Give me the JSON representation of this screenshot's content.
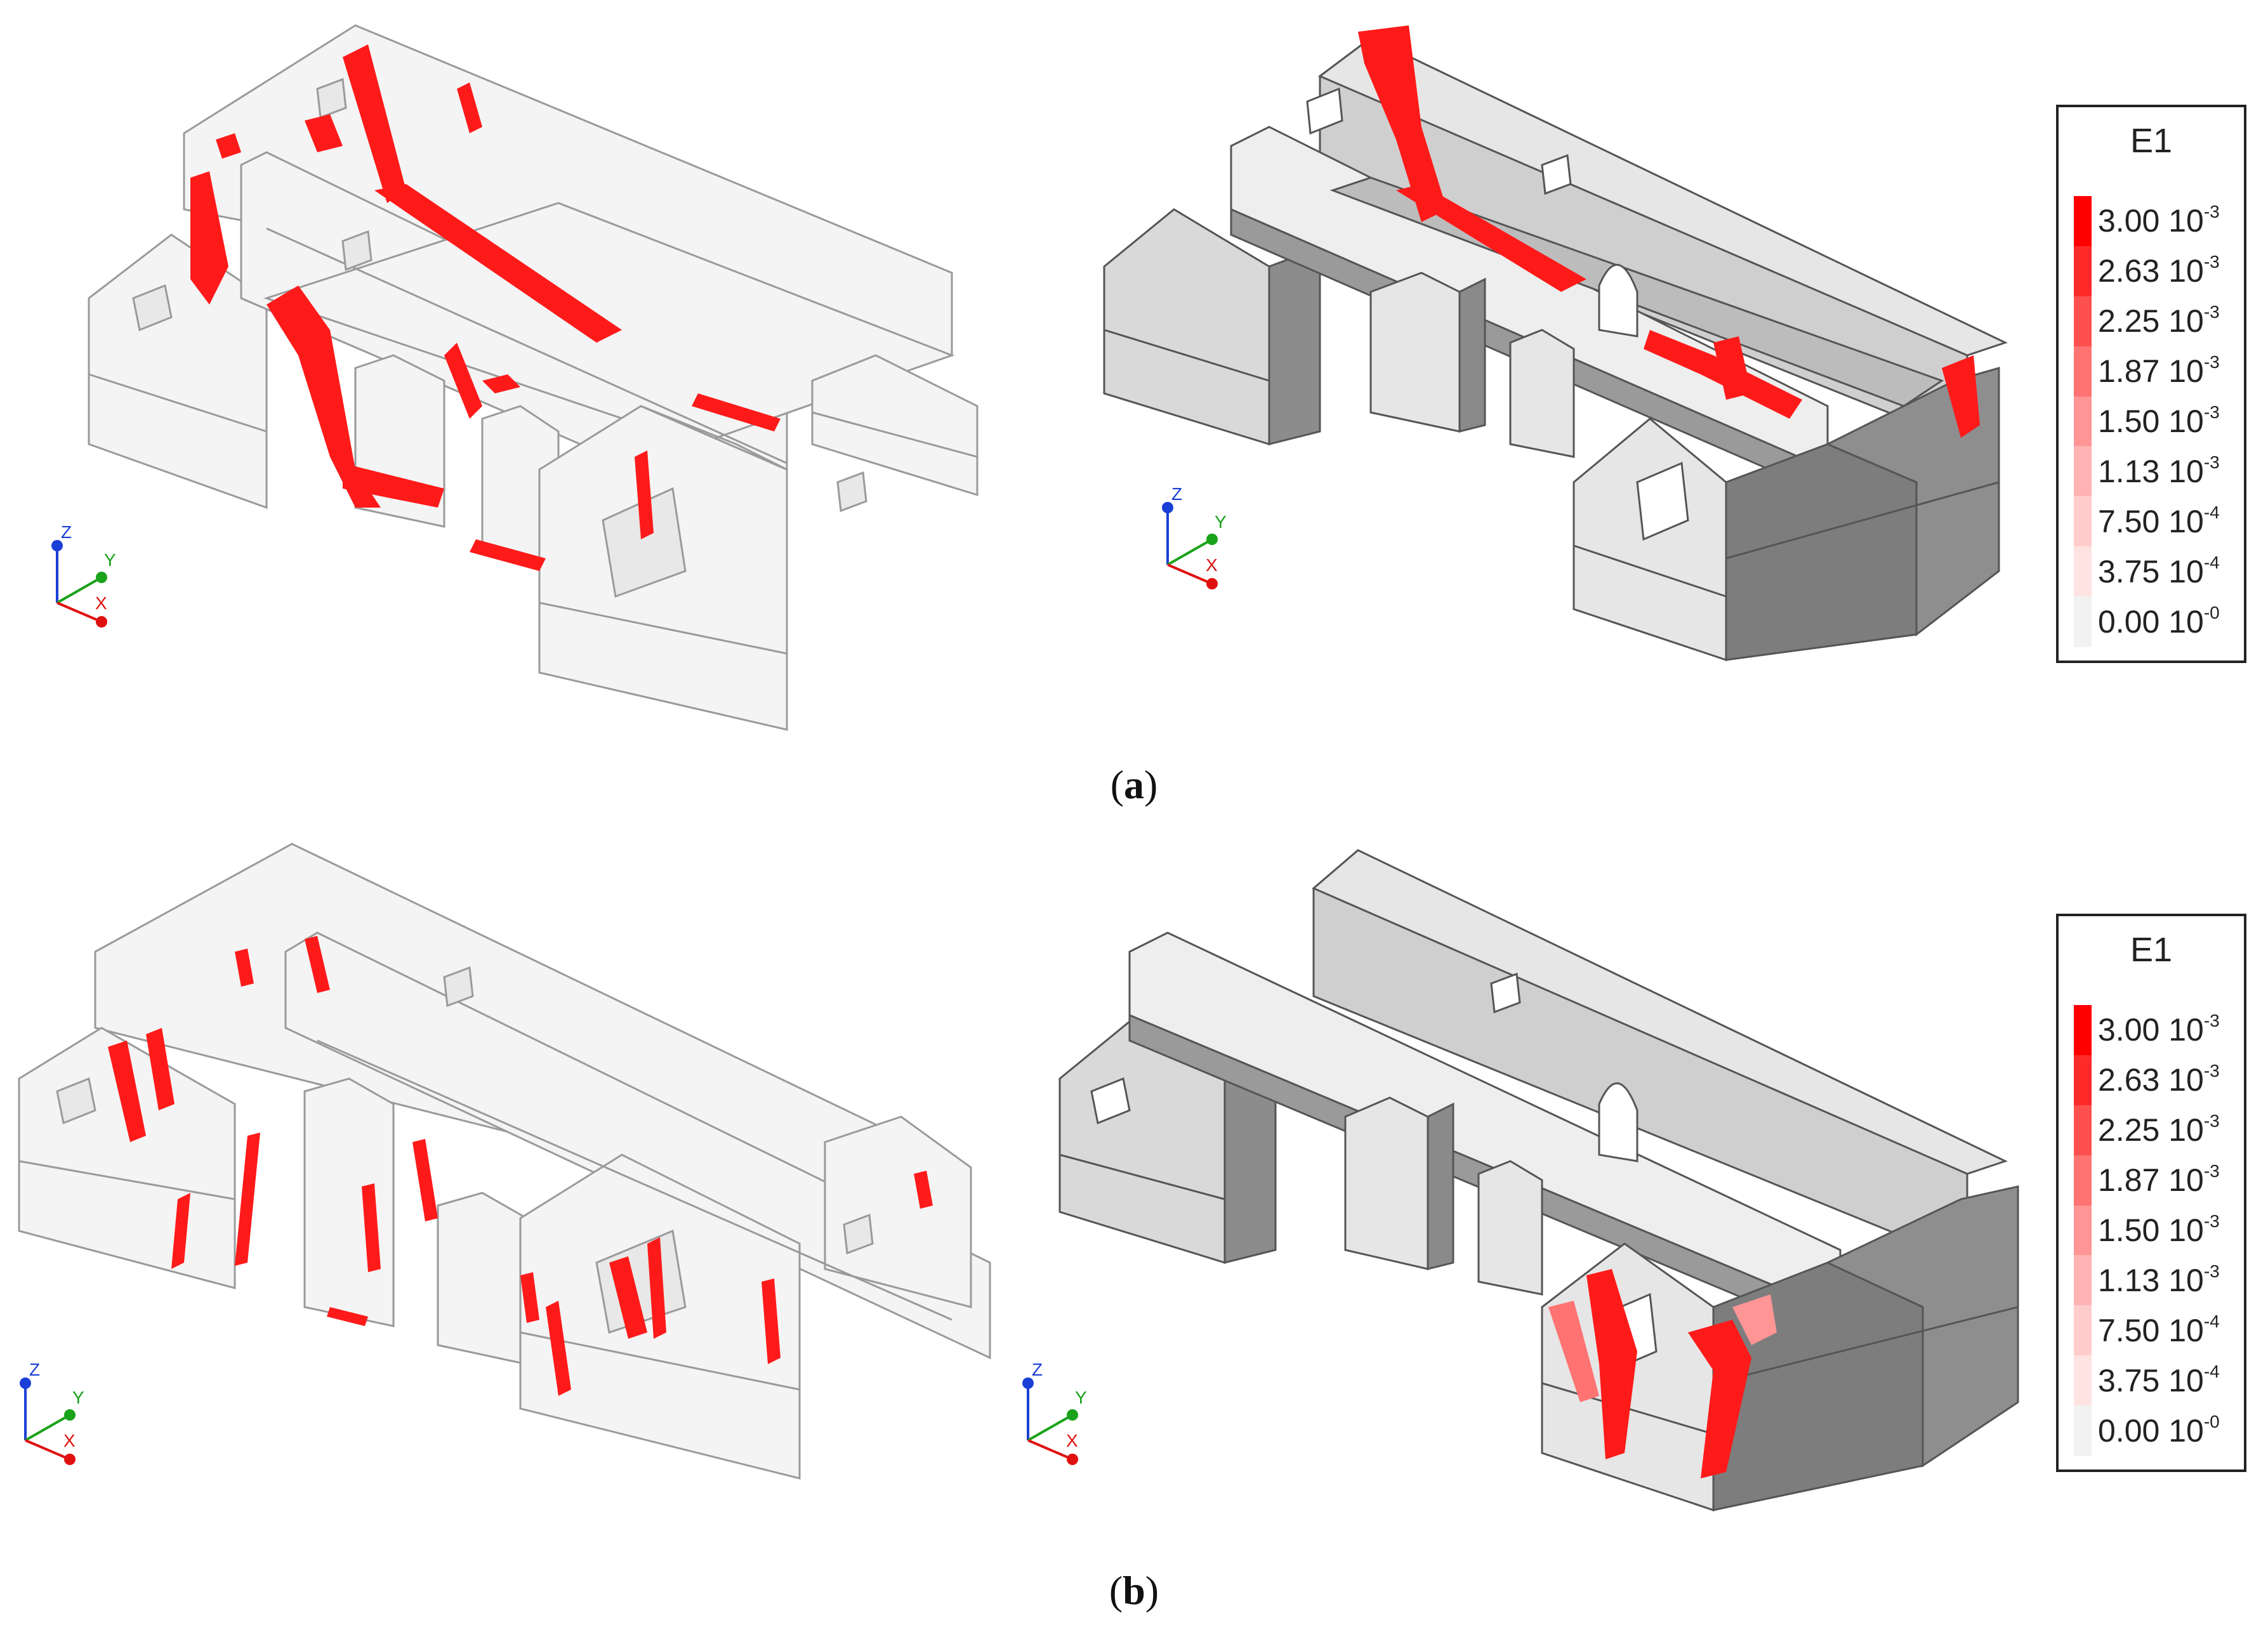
{
  "panels": [
    {
      "id": "a",
      "caption": "a",
      "legend": {
        "title": "E1",
        "levels": [
          {
            "mantissa": "3.00",
            "exp": "-3",
            "color": "#ff0000"
          },
          {
            "mantissa": "2.63",
            "exp": "-3",
            "color": "#ff2b2b"
          },
          {
            "mantissa": "2.25",
            "exp": "-3",
            "color": "#ff5050"
          },
          {
            "mantissa": "1.87",
            "exp": "-3",
            "color": "#ff7373"
          },
          {
            "mantissa": "1.50",
            "exp": "-3",
            "color": "#ff9595"
          },
          {
            "mantissa": "1.13",
            "exp": "-3",
            "color": "#ffb3b3"
          },
          {
            "mantissa": "7.50",
            "exp": "-4",
            "color": "#ffcccc"
          },
          {
            "mantissa": "3.75",
            "exp": "-4",
            "color": "#ffe2e2"
          },
          {
            "mantissa": "0.00",
            "exp": "-0",
            "color": "#f2f2f2"
          }
        ]
      }
    },
    {
      "id": "b",
      "caption": "b",
      "legend": {
        "title": "E1",
        "levels": [
          {
            "mantissa": "3.00",
            "exp": "-3",
            "color": "#ff0000"
          },
          {
            "mantissa": "2.63",
            "exp": "-3",
            "color": "#ff2b2b"
          },
          {
            "mantissa": "2.25",
            "exp": "-3",
            "color": "#ff5050"
          },
          {
            "mantissa": "1.87",
            "exp": "-3",
            "color": "#ff7373"
          },
          {
            "mantissa": "1.50",
            "exp": "-3",
            "color": "#ff9595"
          },
          {
            "mantissa": "1.13",
            "exp": "-3",
            "color": "#ffb3b3"
          },
          {
            "mantissa": "7.50",
            "exp": "-4",
            "color": "#ffcccc"
          },
          {
            "mantissa": "3.75",
            "exp": "-4",
            "color": "#ffe2e2"
          },
          {
            "mantissa": "0.00",
            "exp": "-0",
            "color": "#f2f2f2"
          }
        ]
      }
    }
  ],
  "axes": {
    "z": "Z",
    "y": "Y",
    "x": "X"
  },
  "colors": {
    "crack": "#ff1a1a",
    "mesh_fill": "#f4f4f4",
    "mesh_line": "#9a9a9a",
    "solid_light": "#d6d6d6",
    "solid_mid": "#b3b3b3",
    "solid_dark": "#7d7d7d",
    "axis_z": "#1a3fd6",
    "axis_y": "#1aa31a",
    "axis_x": "#e01010"
  }
}
